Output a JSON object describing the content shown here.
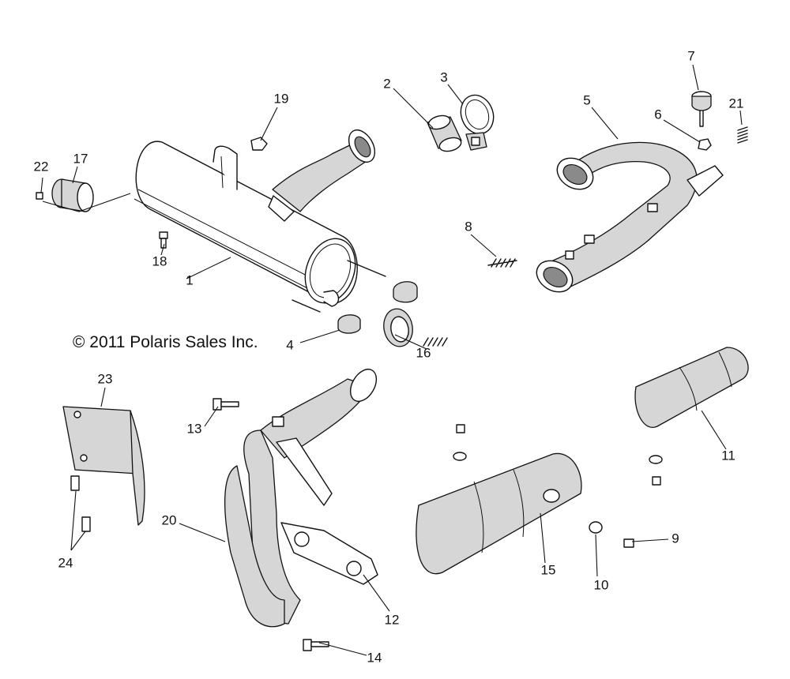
{
  "copyright": "© 2011 Polaris Sales Inc.",
  "callouts": [
    "1",
    "2",
    "3",
    "4",
    "5",
    "6",
    "7",
    "8",
    "9",
    "10",
    "11",
    "12",
    "13",
    "14",
    "15",
    "16",
    "17",
    "18",
    "19",
    "20",
    "21",
    "22",
    "23",
    "24"
  ],
  "colors": {
    "line": "#111111",
    "shade": "#d6d6d6",
    "background": "#ffffff"
  }
}
